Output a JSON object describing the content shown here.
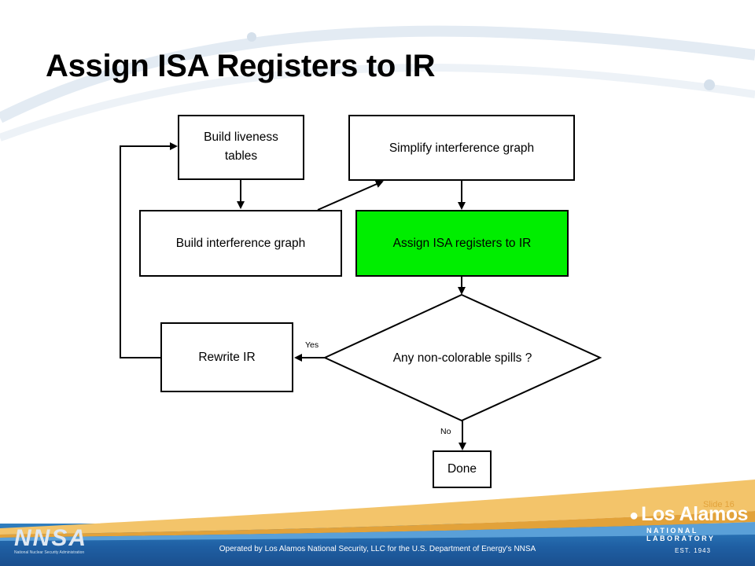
{
  "slide": {
    "title": "Assign ISA Registers to IR",
    "number_label": "Slide 16"
  },
  "flowchart": {
    "nodes": {
      "liveness": {
        "line1": "Build liveness",
        "line2": "tables"
      },
      "simplify": {
        "label": "Simplify interference graph"
      },
      "build_graph": {
        "label": "Build interference graph"
      },
      "assign": {
        "label": "Assign ISA registers to IR",
        "fill": "#00ee00"
      },
      "decision": {
        "label": "Any non-colorable spills ?"
      },
      "rewrite": {
        "label": "Rewrite IR"
      },
      "done": {
        "label": "Done"
      }
    },
    "edge_labels": {
      "yes": "Yes",
      "no": "No"
    }
  },
  "footer": {
    "operated_by": "Operated by Los Alamos National Security, LLC for the U.S. Department of Energy's NNSA",
    "nnsa_logo": {
      "mark": "NNSA",
      "subtitle": "National Nuclear Security Administration"
    },
    "lanl_logo": {
      "name": "Los Alamos",
      "subtitle": "NATIONAL LABORATORY",
      "est": "EST. 1943"
    }
  },
  "colors": {
    "accent_green": "#00ee00",
    "footer_blue": "#1f5fa3",
    "footer_orange": "#e2a23a"
  }
}
